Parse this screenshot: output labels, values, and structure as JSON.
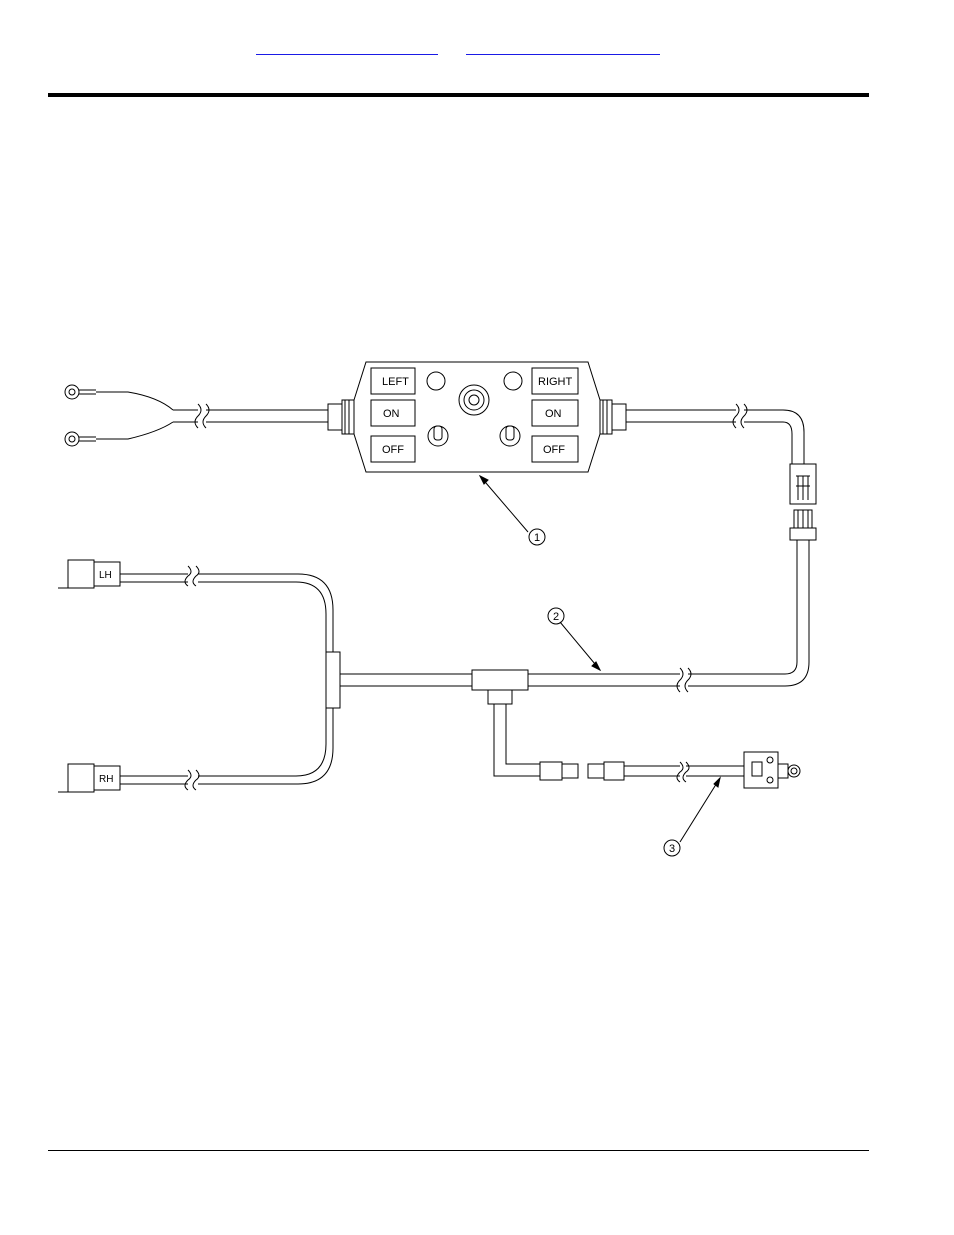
{
  "header": {
    "links": [
      {
        "text": ""
      },
      {
        "text": ""
      }
    ]
  },
  "diagram": {
    "switch_box": {
      "left_label": "LEFT",
      "right_label": "RIGHT",
      "on_label_left": "ON",
      "on_label_right": "ON",
      "off_label_left": "OFF",
      "off_label_right": "OFF"
    },
    "plug_labels": {
      "lh": "LH",
      "rh": "RH"
    },
    "callouts": [
      "1",
      "2",
      "3"
    ],
    "colors": {
      "line": "#000000",
      "link": "#1a1ae6"
    }
  }
}
